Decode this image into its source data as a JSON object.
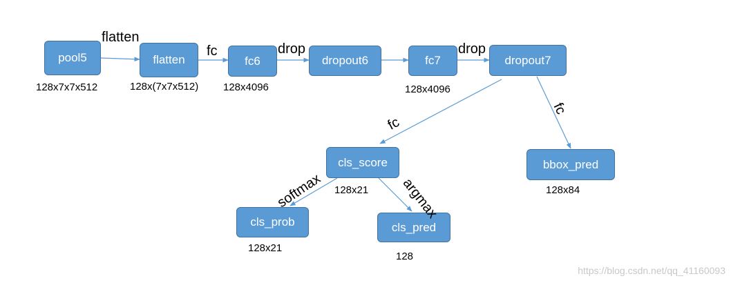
{
  "nodes": {
    "pool5": "pool5",
    "flatten": "flatten",
    "fc6": "fc6",
    "dropout6": "dropout6",
    "fc7": "fc7",
    "dropout7": "dropout7",
    "cls_score": "cls_score",
    "bbox_pred": "bbox_pred",
    "cls_prob": "cls_prob",
    "cls_pred": "cls_pred"
  },
  "shapes": {
    "pool5": "128x7x7x512",
    "flatten": "128x(7x7x512)",
    "fc6": "128x4096",
    "fc7": "128x4096",
    "cls_score": "128x21",
    "bbox_pred": "128x84",
    "cls_prob": "128x21",
    "cls_pred": "128"
  },
  "edges": {
    "pool5_flatten": "flatten",
    "flatten_fc6": "fc",
    "fc6_dropout6": "drop",
    "fc7_dropout7": "drop",
    "dropout7_cls_score": "fc",
    "dropout7_bbox_pred": "fc",
    "cls_score_cls_prob": "softmax",
    "cls_score_cls_pred": "argmax"
  },
  "watermark": "https://blog.csdn.net/qq_41160093",
  "colors": {
    "node_fill": "#5b9bd5",
    "node_border": "#41719c",
    "arrow": "#5b9bd5"
  }
}
